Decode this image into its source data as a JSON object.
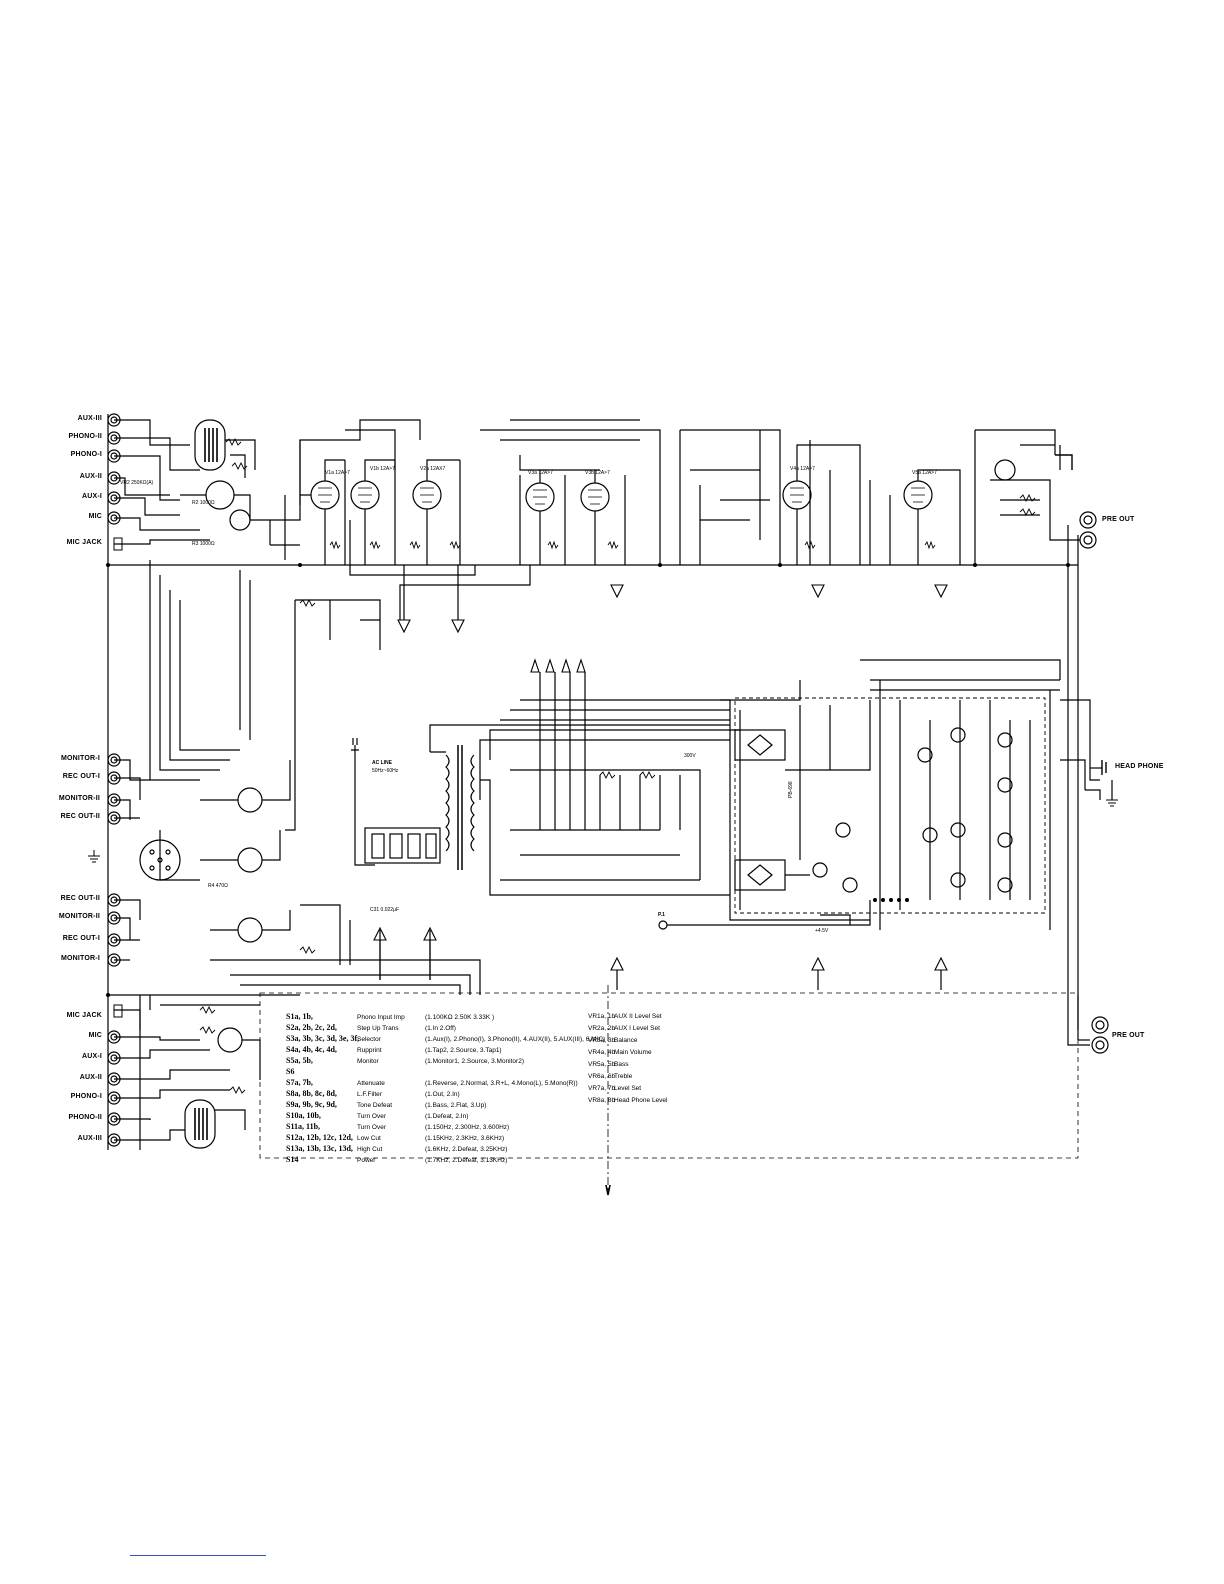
{
  "inputs_top": [
    "AUX-III",
    "PHONO-II",
    "PHONO-I",
    "AUX-II",
    "AUX-I",
    "MIC",
    "MIC JACK"
  ],
  "inputs_bottom": [
    "MIC JACK",
    "MIC",
    "AUX-I",
    "AUX-II",
    "PHONO-I",
    "PHONO-II",
    "AUX-III"
  ],
  "tape_jacks_top": [
    "MONITOR-I",
    "REC OUT-I",
    "MONITOR-II",
    "REC OUT-II"
  ],
  "tape_jacks_bottom": [
    "REC OUT-II",
    "MONITOR-II",
    "REC OUT-I",
    "MONITOR-I"
  ],
  "outputs": {
    "pre_out_top": "PRE OUT",
    "pre_out_bottom": "PRE OUT",
    "headphone": "HEAD PHONE"
  },
  "power": {
    "ac_line_1": "AC LINE",
    "ac_line_2": "50Hz~60Hz",
    "regulator": "PB-698"
  },
  "tubes": [
    "V1a 12A>7",
    "V1b 12A>7",
    "V2a 12AX7",
    "V3a 12A>7",
    "V3b 12A>7",
    "V4a 12A>7",
    "V5a 12A>7"
  ],
  "legend_switches": [
    "S1a, 1b,",
    "S2a, 2b, 2c, 2d,",
    "S3a, 3b, 3c, 3d, 3e, 3f,",
    "S4a, 4b, 4c, 4d,",
    "S5a, 5b,",
    "S6",
    "S7a, 7b,",
    "S8a, 8b, 8c, 8d,",
    "S9a, 9b, 9c, 9d,",
    "S10a, 10b,",
    "S11a, 11b,",
    "S12a, 12b, 12c, 12d,",
    "S13a, 13b, 13c, 13d,",
    "S14"
  ],
  "legend_functions": [
    "Phono Input Imp",
    "Step Up Trans",
    "Selector",
    "Rupprint",
    "Monitor",
    "",
    "Attenuate",
    "L.F.Filter",
    "Tone Defeat",
    "Turn Over",
    "Turn Over",
    "Low Cut",
    "High Cut",
    "Power"
  ],
  "legend_positions": [
    "(1.100KΩ 2.50K 3.33K )",
    "(1.In 2.Off)",
    "(1.Aux(I), 2.Phono(I), 3.Phono(II), 4.AUX(II), 5.AUX(III), 6.MIC)",
    "(1.Tap2, 2.Source, 3.Tap1)",
    "(1.Monitor1, 2.Source, 3.Monitor2)",
    "",
    "(1.Reverse, 2.Normal, 3.R+L, 4.Mono(L), 5.Mono(R))",
    "(1.Out, 2.In)",
    "(1.Bass, 2.Flat, 3.Up)",
    "(1.Defeat, 2.In)",
    "(1.150Hz, 2.300Hz, 3.600Hz)",
    "(1.15KHz, 2.3KHz, 3.6KHz)",
    "(1.6KHz, 2.Defeat, 3.25KHz)",
    "(1.7KHz, 2.Defeat, 3.13KHz)"
  ],
  "legend_vr_ids": [
    "VR1a, 1b",
    "VR2a, 2b",
    "VR3a, 3b",
    "VR4a, 4b",
    "VR5a, 5b",
    "VR6a, 6b",
    "VR7a, 7b",
    "VR8a, 8b"
  ],
  "legend_vr_names": [
    "AUX II Level Set",
    "AUX I Level Set",
    "Balance",
    "Main Volume",
    "Bass",
    "Treble",
    "Level Set",
    "Head Phone Level"
  ],
  "part_labels": {
    "p1": "P.1",
    "r_1000_a": "R2 1000Ω",
    "r_1000_b": "R3 1000Ω",
    "r_470": "R4 470Ω",
    "vr_250k": "VR2 250KΩ(A)",
    "cap_0022": "C31 0.022μF",
    "v_45": "+4.5V",
    "hv_300": "300V"
  }
}
